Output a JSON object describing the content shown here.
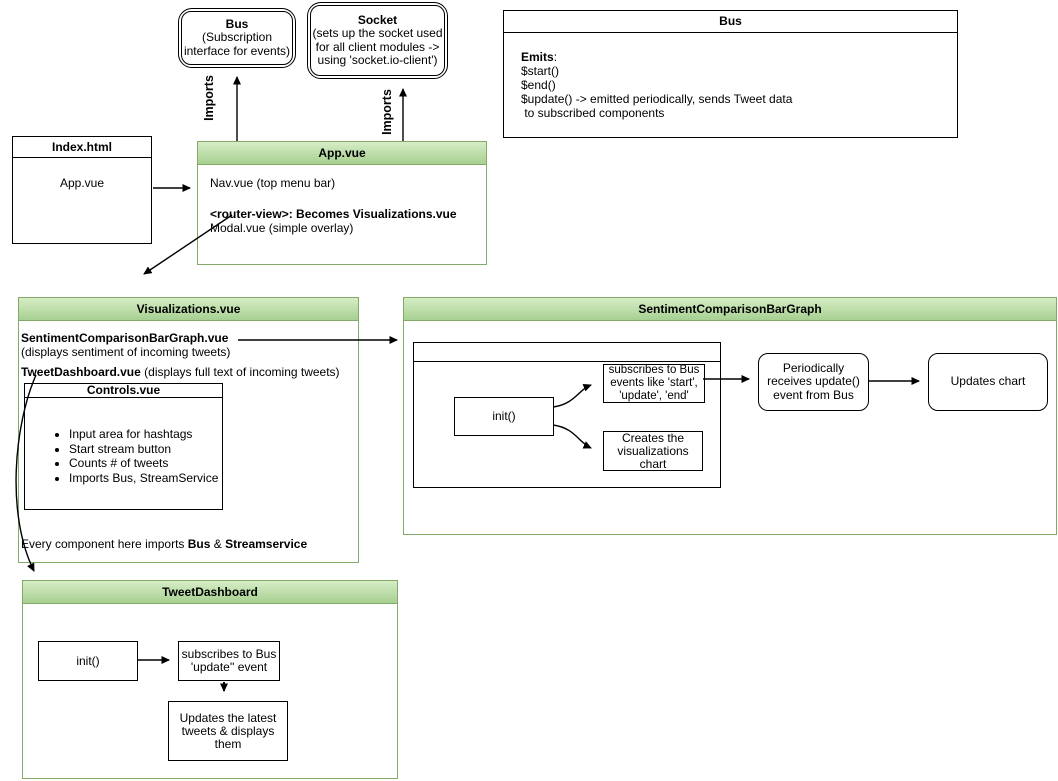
{
  "colors": {
    "green_border": "#84aa6a",
    "green_header_top": "#d6edc5",
    "green_header_bottom": "#a7d091",
    "line_color": "#000000"
  },
  "pills": {
    "bus": {
      "title": "Bus",
      "line1": "(Subscription",
      "line2": "interface for events)"
    },
    "socket": {
      "title": "Socket",
      "line1": "(sets up the socket used",
      "line2": "for all client modules ->",
      "line3": "using 'socket.io-client')"
    }
  },
  "imports_labels": {
    "left": "Imports",
    "right": "Imports"
  },
  "bus_class": {
    "title": "Bus",
    "emits_bold": "Emits",
    "emits_rest": ":",
    "lines": [
      "$start()",
      "$end()",
      "$update() -> emitted periodically, sends Tweet data",
      " to subscribed components"
    ]
  },
  "index_html": {
    "title": "Index.html",
    "body": "App.vue"
  },
  "app_vue": {
    "title": "App.vue",
    "line1": "Nav.vue (top menu bar)",
    "line2_bold": "<router-view>: Becomes Visualizations.vue",
    "line3": "Modal.vue (simple overlay)"
  },
  "visualizations": {
    "title": "Visualizations.vue",
    "line1_bold": "SentimentComparisonBarGraph.vue",
    "line2": "(displays sentiment of incoming tweets)",
    "line3_bold": "TweetDashboard.vue",
    "line3_rest": " (displays full text of incoming tweets)",
    "controls": {
      "title": "Controls.vue",
      "bullets": [
        "Input area for hashtags",
        "Start stream button",
        "Counts # of tweets",
        "Imports Bus, StreamService"
      ]
    },
    "note_pre": "Every component here imports ",
    "note_bold1": "Bus",
    "note_mid": " & ",
    "note_bold2": "Streamservice"
  },
  "sentiment": {
    "title": "SentimentComparisonBarGraph",
    "init": "init()",
    "subscribes": "subscribes to Bus events like 'start', 'update', 'end'",
    "creates": "Creates the visualizations chart",
    "periodically": "Periodically receives update() event from Bus",
    "updates_chart": "Updates chart"
  },
  "tweet_dashboard": {
    "title": "TweetDashboard",
    "init": "init()",
    "subscribes_line1": "subscribes to Bus",
    "subscribes_line2": "'update'' event",
    "updates": "Updates the latest tweets & displays them"
  }
}
